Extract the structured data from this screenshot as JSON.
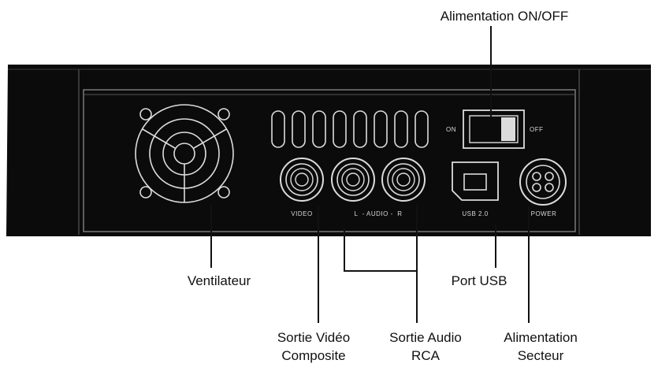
{
  "callouts": {
    "power_switch": "Alimentation ON/OFF",
    "fan": "Ventilateur",
    "video_line1": "Sortie Vidéo",
    "video_line2": "Composite",
    "audio_line1": "Sortie Audio",
    "audio_line2": "RCA",
    "usb": "Port USB",
    "mains_line1": "Alimentation",
    "mains_line2": "Secteur"
  },
  "panel_labels": {
    "on": "ON",
    "off": "OFF",
    "video": "VIDEO",
    "audio": "L  - AUDIO -  R",
    "usb": "USB 2.0",
    "power": "POWER"
  }
}
